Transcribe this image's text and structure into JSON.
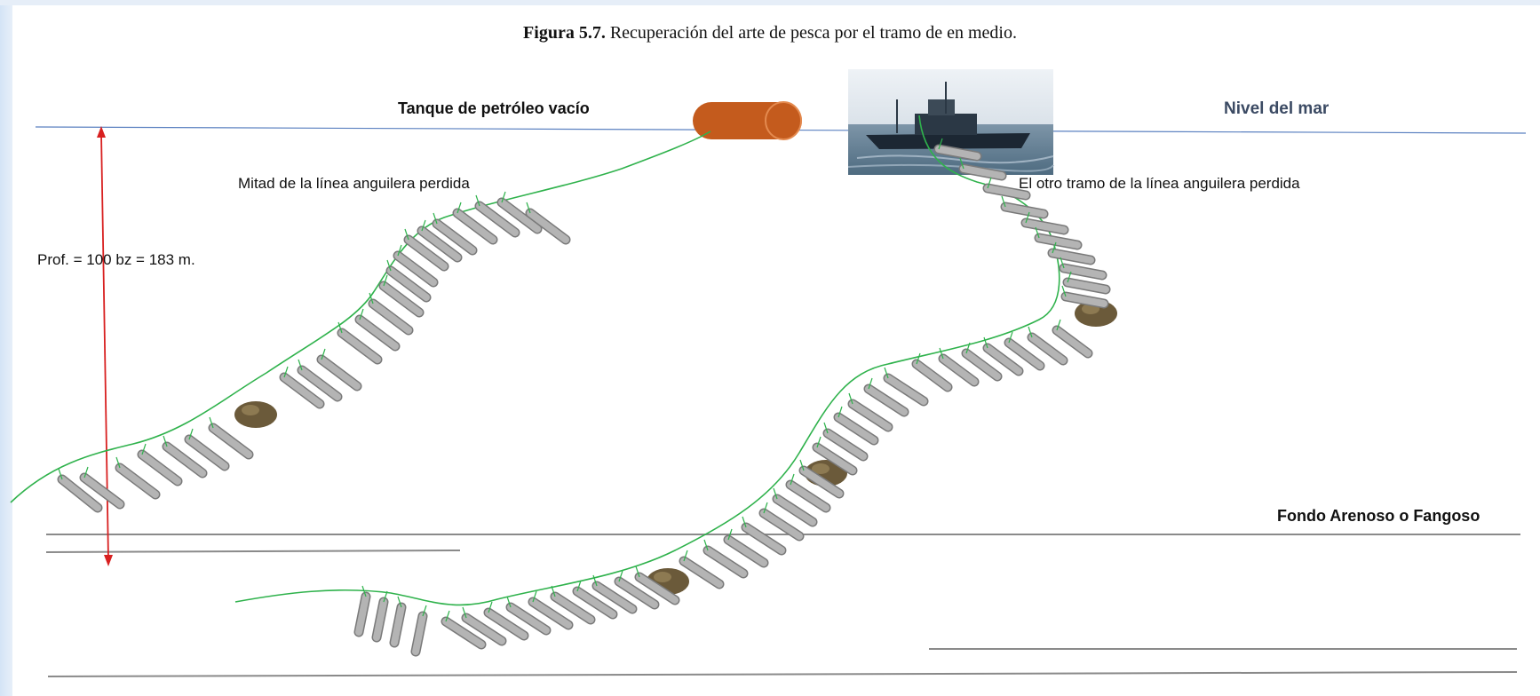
{
  "caption": {
    "prefix": "Figura 5.7.",
    "text": "Recuperación del arte de pesca por el tramo de en medio."
  },
  "labels": {
    "tank": "Tanque de petróleo vacío",
    "sea_level": "Nivel del mar",
    "half_line_lost": "Mitad de la línea anguilera perdida",
    "other_section_lost": "El otro tramo de la línea anguilera perdida",
    "depth": "Prof. = 100 bz = 183 m.",
    "bottom": "Fondo Arenoso o Fangoso"
  },
  "colors": {
    "line": "#2fb24c",
    "trap": "#b4b4b4",
    "trap_edge": "#7a7a7a",
    "tank": "#c45b1d",
    "sea_line": "#5a80c0",
    "depth_arrow": "#d82020",
    "bottom_line": "#8a8a8a",
    "rock": "#6b5a3a"
  }
}
